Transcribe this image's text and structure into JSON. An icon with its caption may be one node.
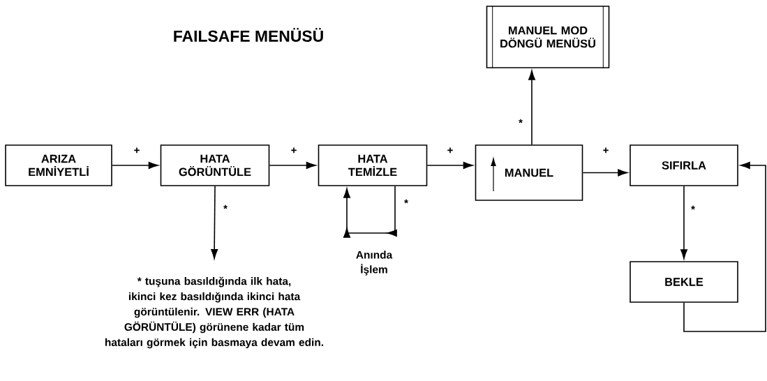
{
  "diagram": {
    "title": "FAILSAFE MENÜSÜ",
    "nodes": [
      {
        "text": [
          "ARIZA EMNİYETLİ"
        ]
      },
      {
        "text": [
          "HATA GÖRÜNTÜLE"
        ]
      },
      {
        "text": [
          "HATA TEMİZLE"
        ]
      },
      {
        "text": [
          "MANUEL"
        ]
      },
      {
        "text": [
          "SIFIRLA"
        ]
      },
      {
        "text": [
          "MANUEL MOD DÖNGÜ MENÜSÜ"
        ]
      },
      {
        "text": [
          "BEKLE"
        ]
      },
      {
        "text": [
          "* tuşuna basıldığında ilk hata, ikinci kez basıldığında ikinci hata görüntülenir. VIEW ERR (HATA GÖRÜNTÜLE) görünene kadar tüm hataları görmek için basmaya devam edin."
        ]
      }
    ],
    "edges": [
      {
        "from": 0,
        "to": 1,
        "arrow": "to",
        "label": "+"
      },
      {
        "from": 1,
        "to": 2,
        "arrow": "to",
        "label": "+"
      },
      {
        "from": 2,
        "to": 3,
        "arrow": "to",
        "label": "+"
      },
      {
        "from": 3,
        "to": 4,
        "arrow": "to",
        "label": "+"
      },
      {
        "from": 3,
        "to": 5,
        "arrow": "to",
        "label": "*"
      },
      {
        "from": 4,
        "to": 6,
        "arrow": "to",
        "label": "*"
      },
      {
        "from": 6,
        "to": 4,
        "arrow": "to"
      },
      {
        "from": 1,
        "to": 7,
        "arrow": "to",
        "label": "*"
      },
      {
        "from": 2,
        "to": 2,
        "arrow": "to",
        "label": "*"
      }
    ],
    "labels": [
      "Anında İşlem"
    ]
  }
}
